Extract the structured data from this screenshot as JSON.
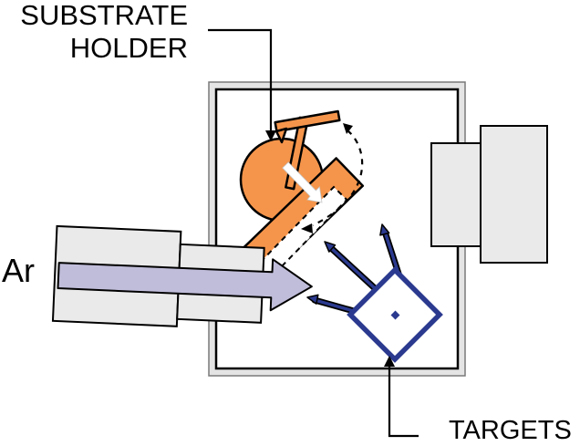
{
  "page": {
    "description": "Sputtering deposition chamber schematic"
  },
  "labels": {
    "substrate_line1": "SUBSTRATE",
    "substrate_line2": "HOLDER",
    "gas": "Ar",
    "targets": "TARGETS"
  },
  "colors": {
    "holder_orange": "#F5954B",
    "target_navy": "#2B3A8F",
    "gas_lavender": "#C0BDDA",
    "hardware_gray": "#EAEAEA",
    "wall_gray": "#E4E4E4",
    "wall_edge_gray": "#7A7A7A",
    "outline_black": "#000000",
    "background_white": "#FFFFFF"
  }
}
